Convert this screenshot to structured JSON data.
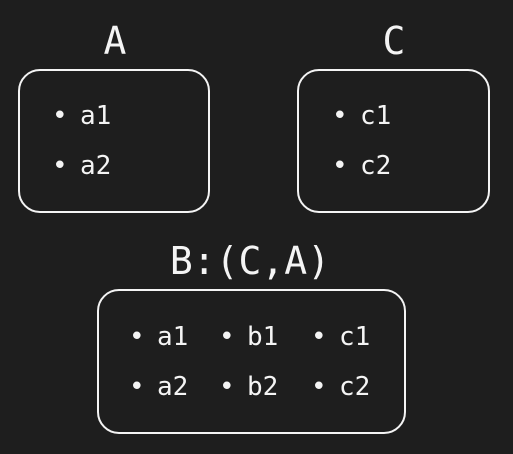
{
  "diagram": {
    "sets": {
      "A": {
        "title": "A",
        "items": [
          "a1",
          "a2"
        ]
      },
      "C": {
        "title": "C",
        "items": [
          "c1",
          "c2"
        ]
      },
      "B": {
        "title": "B:(C,A)",
        "columns": [
          [
            "a1",
            "a2"
          ],
          [
            "b1",
            "b2"
          ],
          [
            "c1",
            "c2"
          ]
        ]
      }
    },
    "bullet": "•"
  }
}
